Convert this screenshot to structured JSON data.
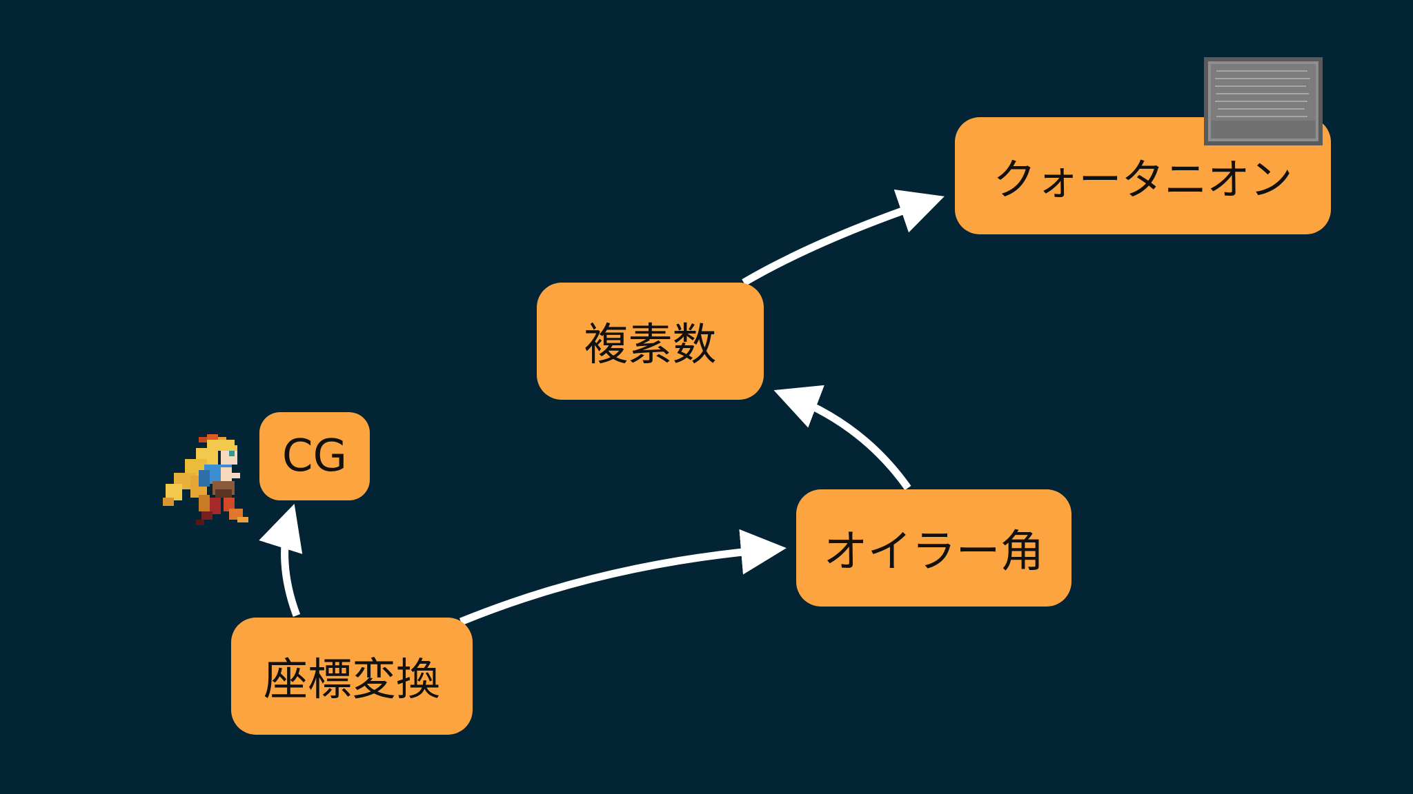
{
  "slide": {
    "background": "#032435",
    "box_color": "#FCA43F",
    "arrow_color": "#FFFFFF"
  },
  "nodes": {
    "cg": "CG",
    "zahyo": "座標変換",
    "euler": "オイラー角",
    "fukuso": "複素数",
    "quaternion": "クォータニオン"
  },
  "edges": [
    {
      "from": "座標変換",
      "to": "CG"
    },
    {
      "from": "座標変換",
      "to": "オイラー角"
    },
    {
      "from": "オイラー角",
      "to": "複素数"
    },
    {
      "from": "複素数",
      "to": "クォータニオン"
    }
  ],
  "images": {
    "sprite": "pixel-art-character",
    "plaque": "stone-inscription-plaque"
  }
}
